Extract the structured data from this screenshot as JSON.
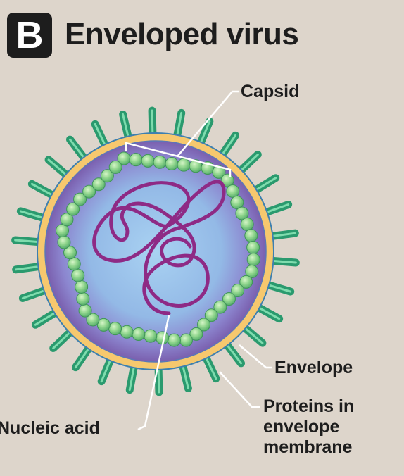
{
  "header": {
    "badge": "B",
    "title": "Enveloped virus"
  },
  "labels": {
    "capsid": "Capsid",
    "envelope": "Envelope",
    "proteins_line1": "Proteins in",
    "proteins_line2": "envelope",
    "proteins_line3": "membrane",
    "nucleic_acid": "Nucleic acid"
  },
  "colors": {
    "background": "#ddd5cb",
    "envelope": "#f6c86e",
    "capsid_interior": "#9fc4e8",
    "capsid_edge": "#8a6fb5",
    "capsomere": "#7ec87f",
    "spike": "#3aa57a",
    "nucleic_acid": "#9b2a8c"
  }
}
